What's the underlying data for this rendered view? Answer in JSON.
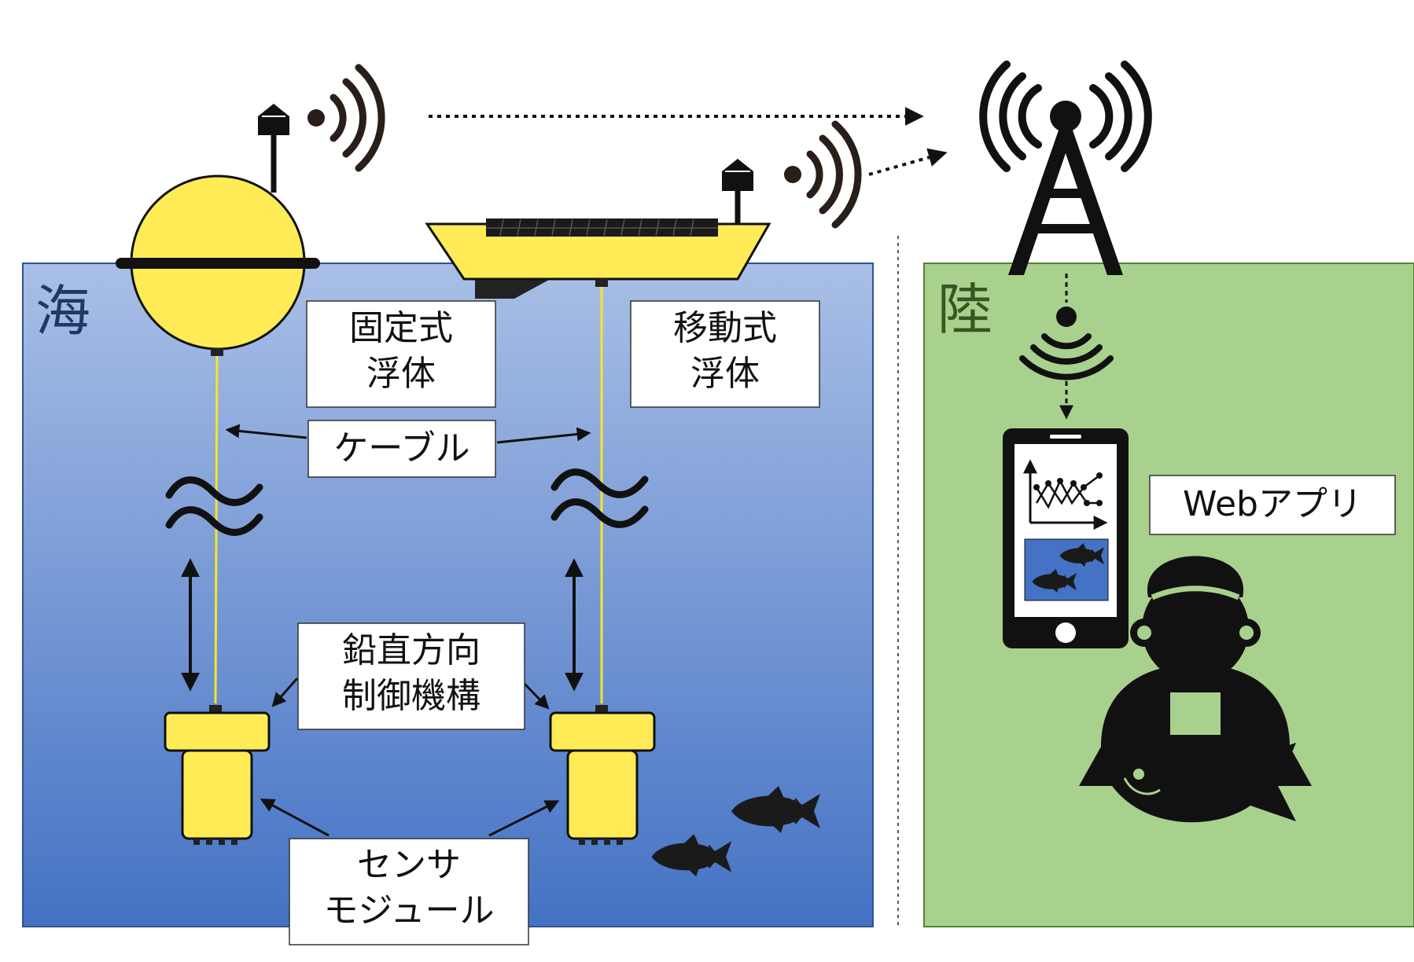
{
  "regions": {
    "sea_label": "海",
    "land_label": "陸"
  },
  "labels": {
    "fixed_float": [
      "固定式",
      "浮体"
    ],
    "mobile_float": [
      "移動式",
      "浮体"
    ],
    "cable": "ケーブル",
    "vertical_control": [
      "鉛直方向",
      "制御機構"
    ],
    "sensor_module": [
      "センサ",
      "モジュール"
    ],
    "web_app": "Webアプリ"
  },
  "colors": {
    "sea_top": "#a9bfe6",
    "sea_bottom": "#4472c4",
    "sea_border": "#2f528f",
    "land_fill": "#a9d18e",
    "land_border": "#548235",
    "land_text": "#375623",
    "sea_text": "#1f3864",
    "float_yellow": "#ffeb55",
    "cable_yellow": "#f5e629",
    "phone_screen_fish_bg": "#4472c4"
  },
  "icons": {
    "fixed_buoy": "spherical-buoy-icon",
    "mobile_buoy": "solar-boat-icon",
    "antenna": "antenna-icon",
    "tower": "radio-tower-icon",
    "phone": "smartphone-icon",
    "fisherman": "fisherman-icon",
    "fish": "tuna-icon",
    "chart": "line-chart-icon"
  }
}
